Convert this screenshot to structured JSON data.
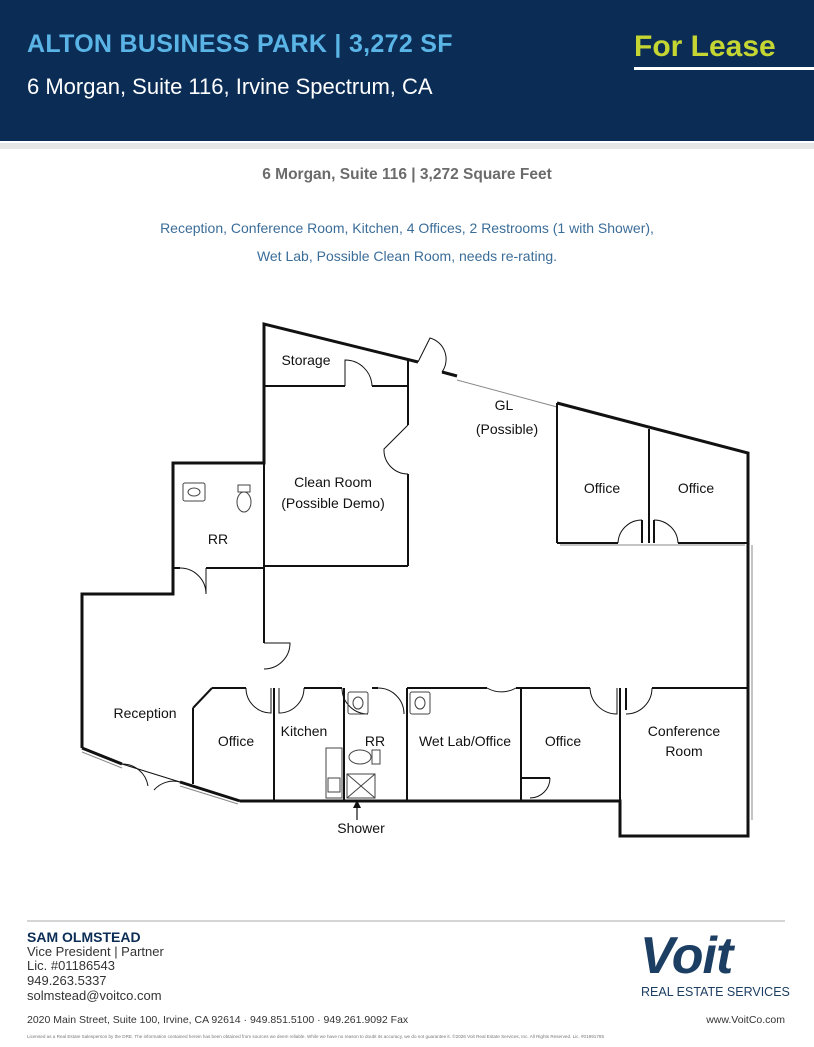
{
  "header": {
    "title": "ALTON BUSINESS PARK | 3,272 SF",
    "subtitle": "6 Morgan, Suite 116, Irvine Spectrum, CA",
    "lease_label": "For Lease",
    "colors": {
      "background": "#0b2d55",
      "title": "#5ab4e6",
      "lease": "#c5d633"
    }
  },
  "summary": {
    "suite_line": "6 Morgan, Suite 116 | 3,272 Square Feet",
    "description_line1": "Reception, Conference Room, Kitchen, 4 Offices, 2 Restrooms (1 with Shower),",
    "description_line2": "Wet Lab, Possible Clean Room, needs re-rating."
  },
  "floorplan": {
    "rooms": {
      "storage": "Storage",
      "gl": "GL",
      "gl_possible": "(Possible)",
      "clean_room": "Clean Room",
      "clean_room_sub": "(Possible Demo)",
      "office_1": "Office",
      "office_2": "Office",
      "restroom_upper": "RR",
      "reception": "Reception",
      "office_3": "Office",
      "kitchen": "Kitchen",
      "restroom_lower": "RR",
      "wet_lab": "Wet Lab/Office",
      "office_4": "Office",
      "conference_1": "Conference",
      "conference_2": "Room",
      "shower": "Shower"
    }
  },
  "agent": {
    "name": "SAM OLMSTEAD",
    "title": "Vice President | Partner",
    "license": "Lic. #01186543",
    "phone": "949.263.5337",
    "email": "solmstead@voitco.com"
  },
  "brand": {
    "logo_text": "Voit",
    "tagline": "REAL ESTATE SERVICES",
    "color": "#1d3e63"
  },
  "footer": {
    "address": "2020 Main Street, Suite 100, Irvine, CA 92614 · 949.851.5100 · 949.261.9092 Fax",
    "website": "www.VoitCo.com",
    "disclaimer": "Licensed as a Real Estate Salesperson by the DRE. The information contained herein has been obtained from sources we deem reliable. While we have no reason to doubt its accuracy, we do not guarantee it. ©2026 Voit Real Estate Services, Inc. All Rights Reserved. Lic. #01991785"
  }
}
